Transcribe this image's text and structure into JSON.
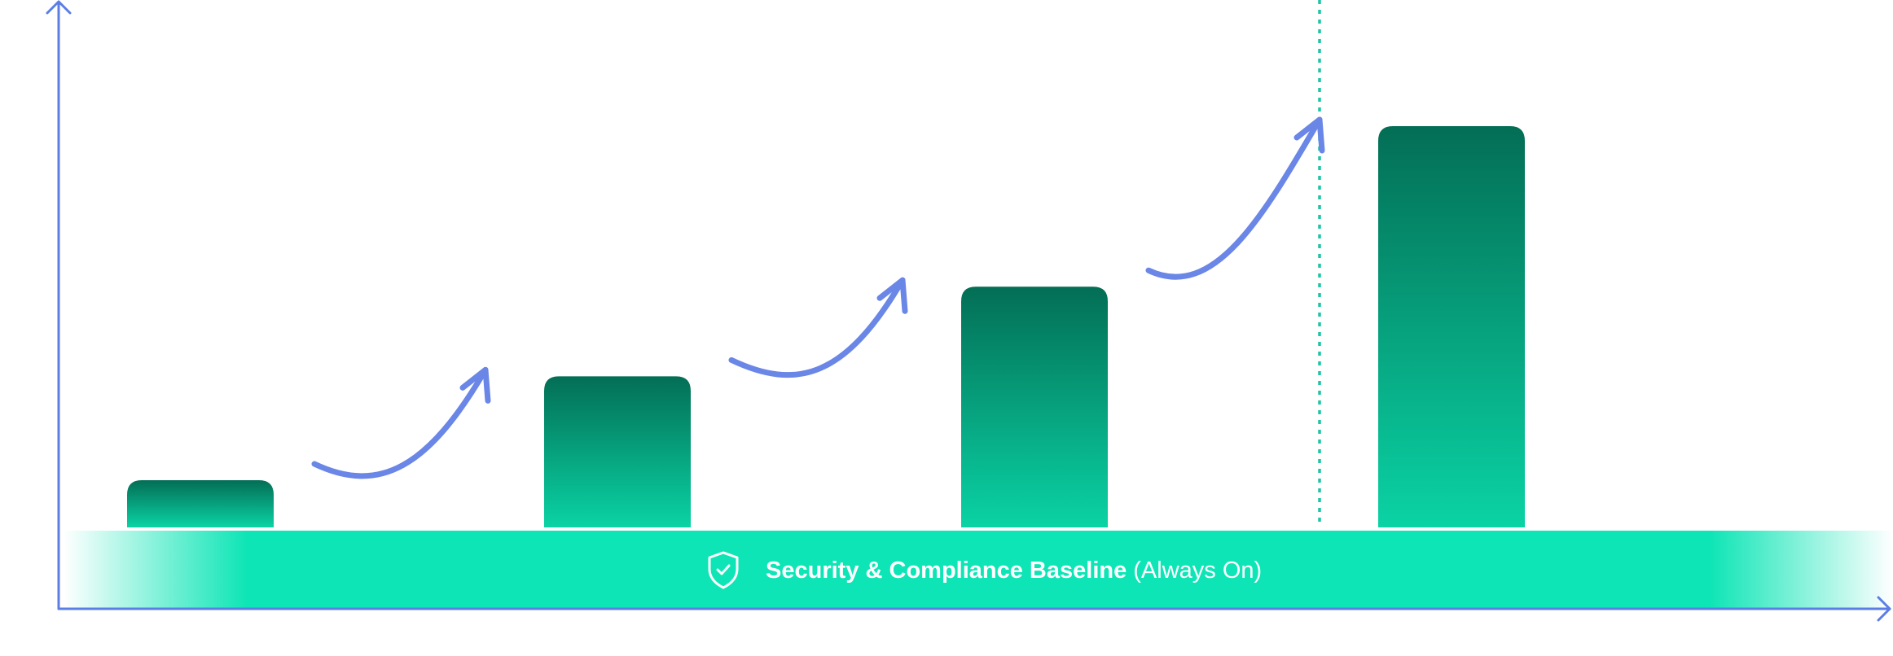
{
  "chart_data": {
    "type": "bar",
    "categories": [
      "",
      "",
      "",
      ""
    ],
    "values": [
      1,
      3.2,
      5.1,
      8.5
    ],
    "ylim": [
      0,
      11
    ],
    "grid": false,
    "marker": {
      "after_category_index": 2,
      "style": "dotted-vertical",
      "color": "#1fc4a4"
    },
    "baseline_band": {
      "title": "Security & Compliance Baseline",
      "suffix": " (Always On)",
      "icon": "shield-check-icon",
      "color": "#0ee5b6"
    },
    "colors": {
      "axis": "#5b7ee5",
      "bar_top": "#036e55",
      "bar_bottom": "#0ad3a4",
      "arrow": "#6a86e6"
    }
  }
}
